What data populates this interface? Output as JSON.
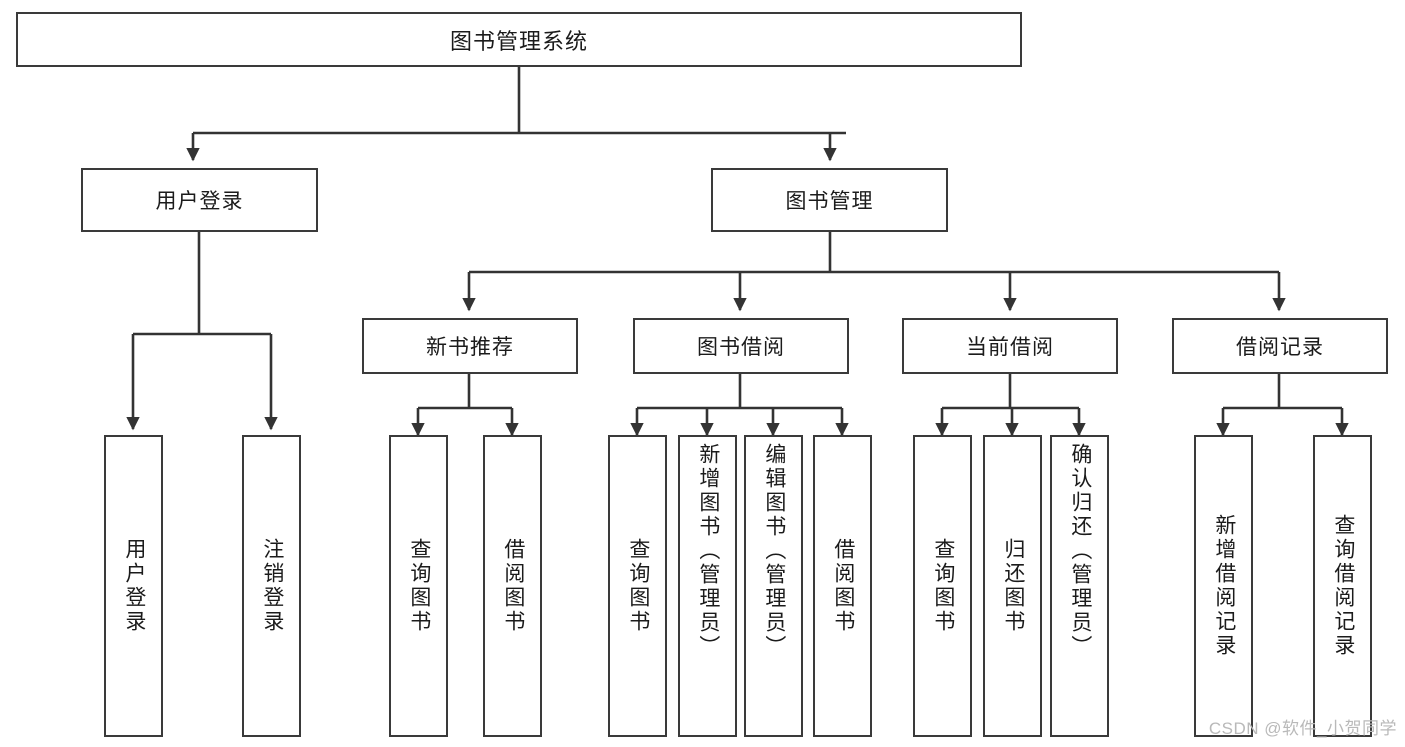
{
  "diagram": {
    "title": "图书管理系统",
    "type": "functional-structure-tree",
    "watermark": "CSDN @软件_小贺同学",
    "colors": {
      "border": "#3a3a3a",
      "text": "#1b1b1b",
      "background": "#ffffff",
      "edge": "#333333",
      "watermark": "#b9b9b9"
    },
    "root": {
      "label": "图书管理系统"
    },
    "level2": [
      {
        "label": "用户登录"
      },
      {
        "label": "图书管理"
      }
    ],
    "level3": [
      {
        "label": "新书推荐"
      },
      {
        "label": "图书借阅"
      },
      {
        "label": "当前借阅"
      },
      {
        "label": "借阅记录"
      }
    ],
    "leaves": {
      "user_login": [
        {
          "label": "用户登录"
        },
        {
          "label": "注销登录"
        }
      ],
      "new_book_recommend": [
        {
          "label": "查询图书"
        },
        {
          "label": "借阅图书"
        }
      ],
      "book_borrow": [
        {
          "label": "查询图书"
        },
        {
          "label": "新增图书（管理员）"
        },
        {
          "label": "编辑图书（管理员）"
        },
        {
          "label": "借阅图书"
        }
      ],
      "current_borrow": [
        {
          "label": "查询图书"
        },
        {
          "label": "归还图书"
        },
        {
          "label": "确认归还（管理员）"
        }
      ],
      "borrow_records": [
        {
          "label": "新增借阅记录"
        },
        {
          "label": "查询借阅记录"
        }
      ]
    }
  }
}
